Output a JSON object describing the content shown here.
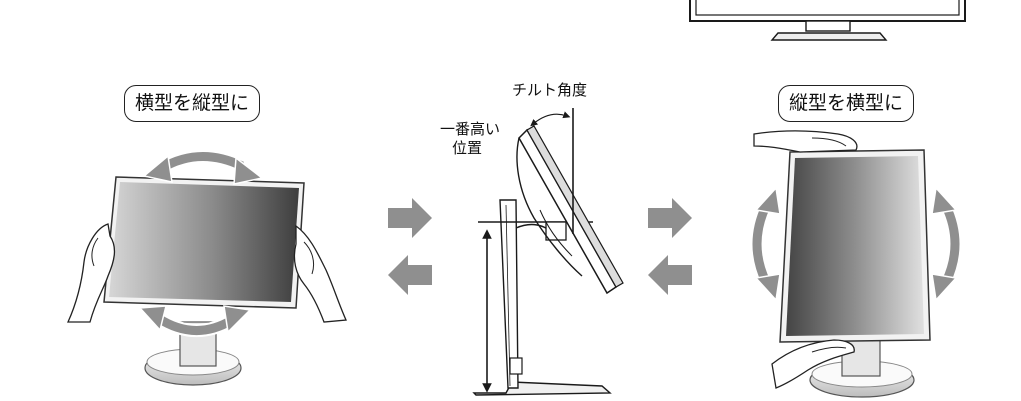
{
  "labels": {
    "landscape_to_portrait": "横型を縦型に",
    "portrait_to_landscape": "縦型を横型に",
    "tilt_angle": "チルト角度",
    "highest_position_line1": "一番高い",
    "highest_position_line2": "位置"
  },
  "colors": {
    "line": "#1a1a1a",
    "arrow_gray": "#8f8f8f",
    "screen_dark": "#444444",
    "screen_light": "#d8d8d8"
  }
}
